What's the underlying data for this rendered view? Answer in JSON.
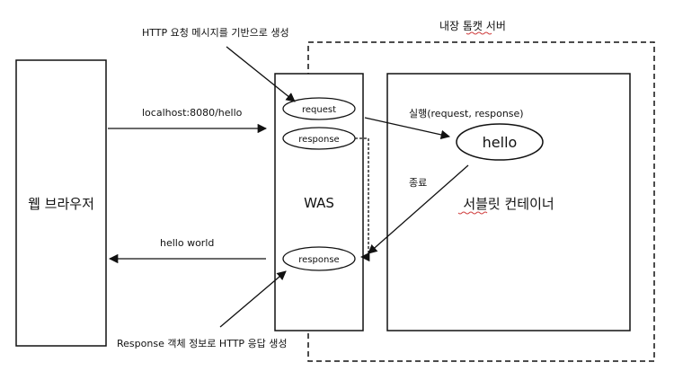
{
  "title_annotation": "HTTP 요청 메시지를 기반으로 생성",
  "embedded_tomcat_label": "내장 톰캣 서버",
  "browser_label": "웹 브라우저",
  "request_url": "localhost:8080/hello",
  "response_body": "hello world",
  "was": {
    "label": "WAS",
    "request_label": "request",
    "response_top_label": "response",
    "response_bottom_label": "response"
  },
  "servlet_container": {
    "label": "서블릿 컨테이너",
    "servlet_label": "hello",
    "execute_label": "실행(request, response)",
    "end_label": "종료"
  },
  "response_annotation": "Response 객체 정보로 HTTP 응답 생성",
  "colors": {
    "stroke": "#111111",
    "squiggle": "#d04040"
  }
}
